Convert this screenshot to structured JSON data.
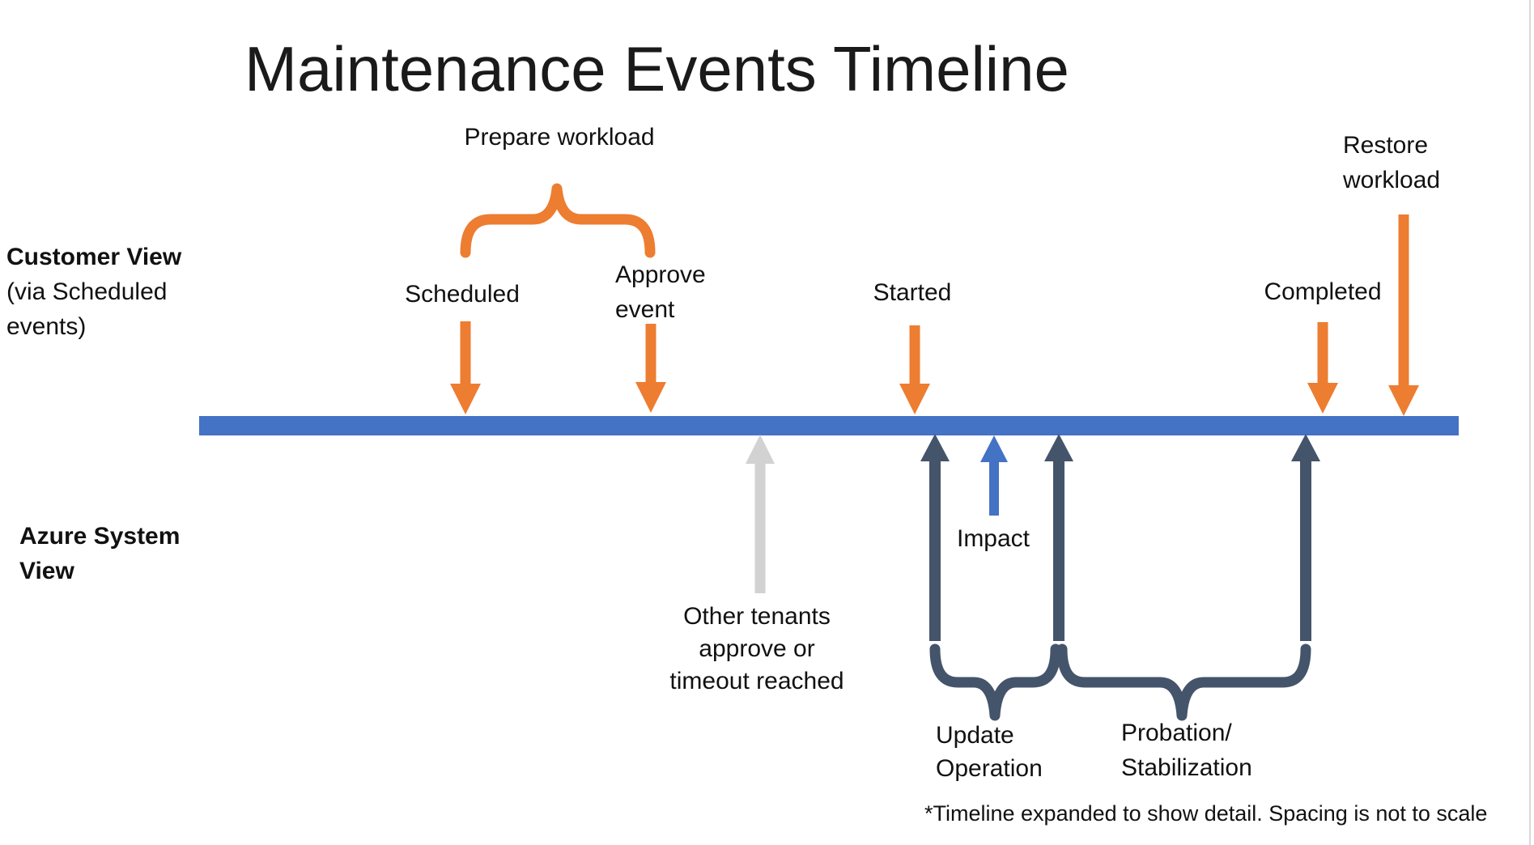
{
  "title": "Maintenance Events Timeline",
  "lanes": {
    "customer_view": {
      "line1": "Customer View",
      "line2": "(via Scheduled",
      "line3": "events)"
    },
    "azure_view": {
      "line1": "Azure System",
      "line2": "View"
    }
  },
  "customer_events": {
    "prepare_workload_brace_label": "Prepare workload",
    "scheduled": "Scheduled",
    "approve_event": {
      "line1": "Approve",
      "line2": "event"
    },
    "started": "Started",
    "completed": "Completed",
    "restore_workload": {
      "line1": "Restore",
      "line2": "workload"
    }
  },
  "system_events": {
    "other_tenants": {
      "line1": "Other tenants",
      "line2": "approve or",
      "line3": "timeout reached"
    },
    "impact": "Impact",
    "update_operation": {
      "line1": "Update",
      "line2": "Operation"
    },
    "probation_stabilization": {
      "line1": "Probation/",
      "line2": "Stabilization"
    }
  },
  "footnote": "*Timeline expanded to show detail. Spacing is not to scale",
  "colors": {
    "orange": "#ED7D31",
    "blue": "#4472C4",
    "dark": "#44546A",
    "gray": "#D2D2D2",
    "bar": "#4472C4",
    "text": "#111111",
    "edge": "#D8D8D8"
  }
}
